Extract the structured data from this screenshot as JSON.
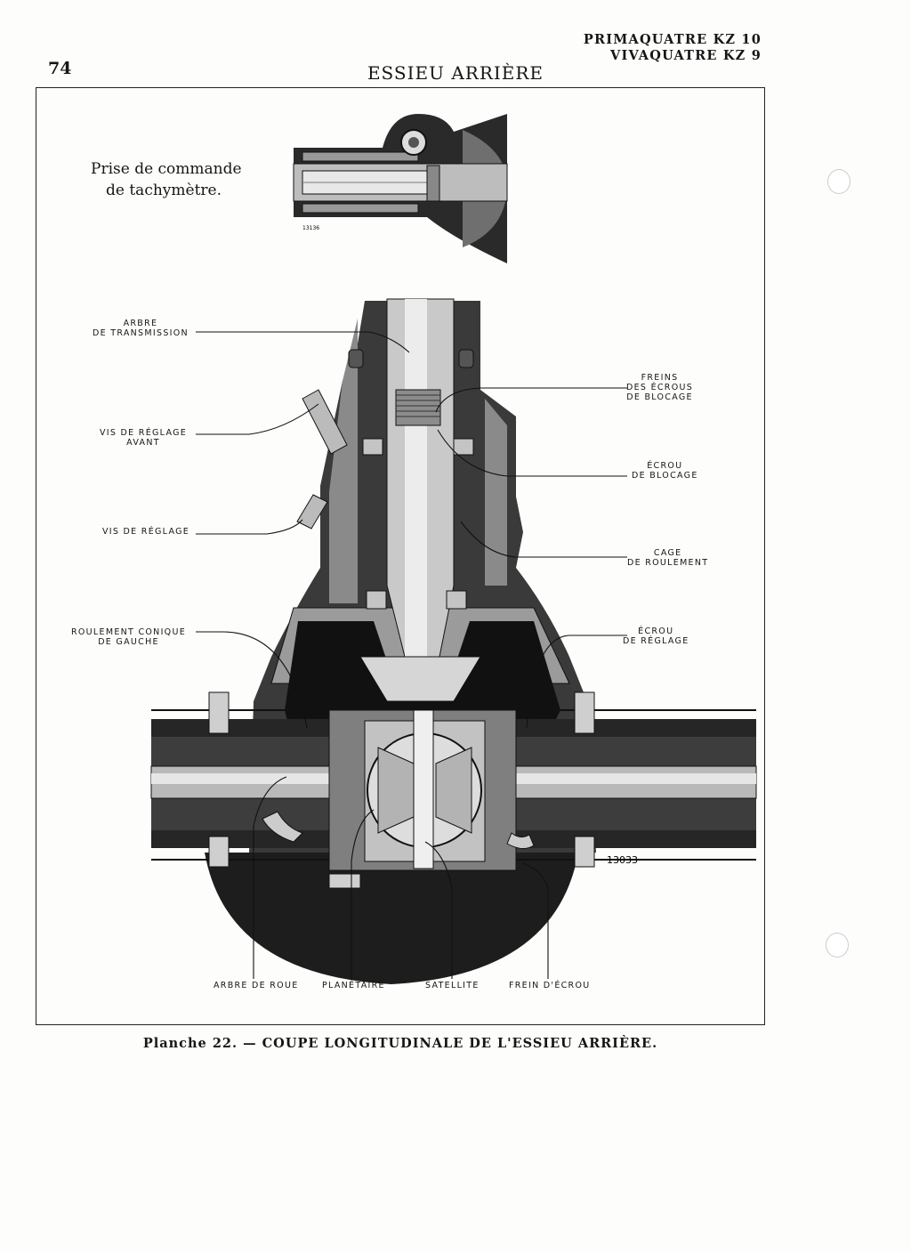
{
  "header": {
    "page_number": "74",
    "title": "ESSIEU ARRIÈRE",
    "models": [
      "PRIMAQUATRE KZ 10",
      "VIVAQUATRE   KZ  9"
    ]
  },
  "inset": {
    "caption_line1": "Prise de commande",
    "caption_line2": "de tachymètre.",
    "figure_number": "13136"
  },
  "labels": {
    "arbre_transmission": [
      "ARBRE",
      "DE TRANSMISSION"
    ],
    "vis_reglage_avant": [
      "VIS DE RÉGLAGE",
      "AVANT"
    ],
    "vis_reglage": "VIS DE RÉGLAGE",
    "roulement_conique": [
      "ROULEMENT CONIQUE",
      "DE GAUCHE"
    ],
    "freins_ecrous": [
      "FREINS",
      "DES ÉCROUS",
      "DE BLOCAGE"
    ],
    "ecrou_blocage": [
      "ÉCROU",
      "DE BLOCAGE"
    ],
    "cage_roulement": [
      "CAGE",
      "DE ROULEMENT"
    ],
    "ecrou_reglage": [
      "ÉCROU",
      "DE RÉGLAGE"
    ],
    "bottom": [
      "ARBRE DE ROUE",
      "PLANÉTAIRE",
      "SATELLITE",
      "FREIN D'ÉCROU"
    ],
    "figure_number": "13033"
  },
  "caption": "Planche 22. — COUPE LONGITUDINALE DE L'ESSIEU ARRIÈRE."
}
